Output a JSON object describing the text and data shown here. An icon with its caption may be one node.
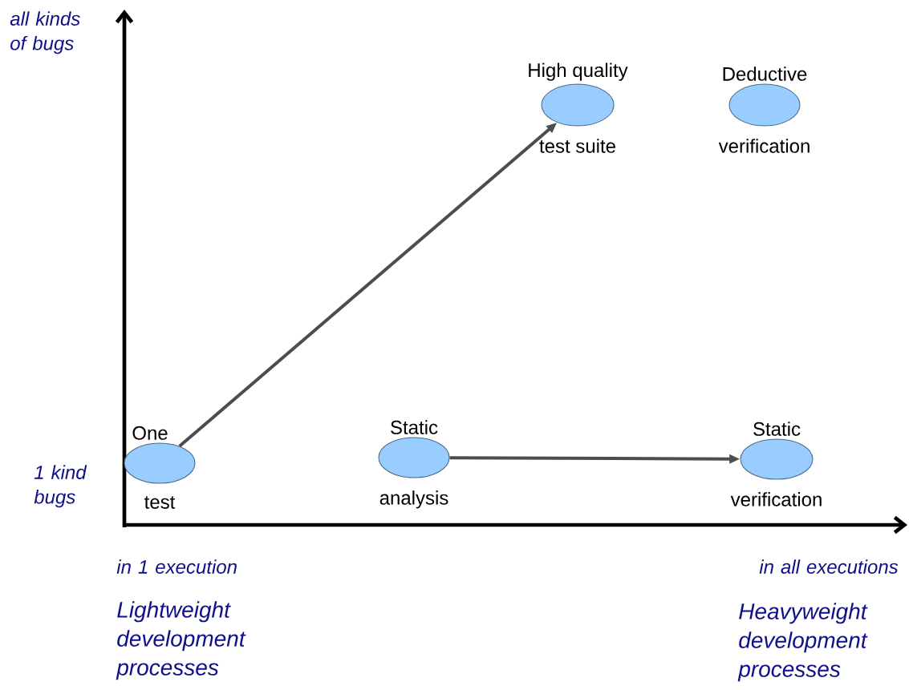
{
  "diagram": {
    "nodes": [
      {
        "text": [
          "One",
          "test"
        ]
      },
      {
        "text": [
          "High quality",
          "test suite"
        ]
      },
      {
        "text": [
          "Deductive",
          "verification"
        ]
      },
      {
        "text": [
          "Static",
          "analysis"
        ]
      },
      {
        "text": [
          "Static",
          "verification"
        ]
      }
    ],
    "edges": [
      {
        "from": 0,
        "to": 1,
        "arrow": "to"
      },
      {
        "from": 3,
        "to": 4,
        "arrow": "to"
      }
    ],
    "labels": [
      "all kinds of bugs",
      "1 kind bugs",
      "in 1 execution",
      "in all executions",
      "Lightweight development processes",
      "Heavyweight development processes"
    ]
  }
}
